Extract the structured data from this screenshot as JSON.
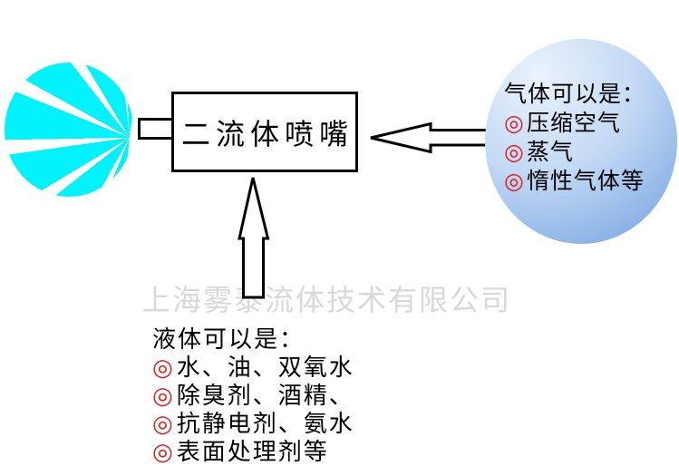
{
  "diagram": {
    "nozzle_label": "二流体喷嘴",
    "watermark": "上海雾泰流体技术有限公司",
    "gas": {
      "heading": "气体可以是：",
      "bullet": "◎",
      "items": [
        "压缩空气",
        "蒸气",
        "惰性气体等"
      ]
    },
    "liquid": {
      "heading": "液体可以是：",
      "bullet": "◎",
      "items": [
        "水、油、双氧水",
        "除臭剂、酒精、",
        "抗静电剂、氨水",
        "表面处理剂等"
      ]
    }
  },
  "colors": {
    "spray_cyan": "#00f2fc",
    "bubble_light": "#eaf2fc",
    "bubble_mid": "#c3d9f4",
    "bubble_dark": "#6f9fe0",
    "bullet_red": "#dd1c1c",
    "watermark_gray": "#d8d8d8",
    "line_black": "#000000"
  }
}
